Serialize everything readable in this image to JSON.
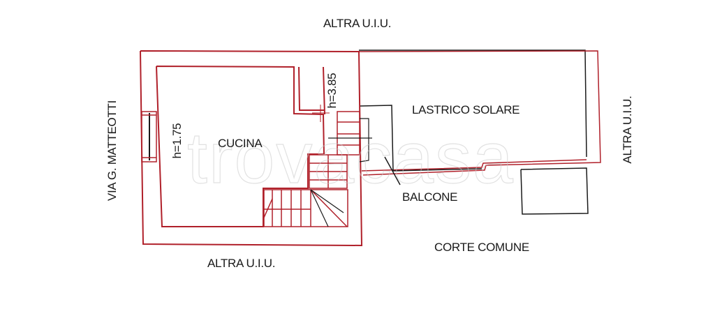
{
  "labels": {
    "top_neighbor": "ALTRA U.I.U.",
    "bottom_neighbor": "ALTRA U.I.U.",
    "right_neighbor": "ALTRA U.I.U.",
    "street": "VIA G. MATTEOTTI",
    "kitchen": "CUCINA",
    "kitchen_height": "h=1.75",
    "closet_height": "h=3.85",
    "terrace": "LASTRICO SOLARE",
    "balcony": "BALCONE",
    "courtyard": "CORTE COMUNE"
  },
  "watermark": "trovacasa",
  "colors": {
    "wall_red": "#b0202a",
    "line_black": "#1a1a1a",
    "text": "#1a1a1a",
    "background": "#ffffff"
  }
}
